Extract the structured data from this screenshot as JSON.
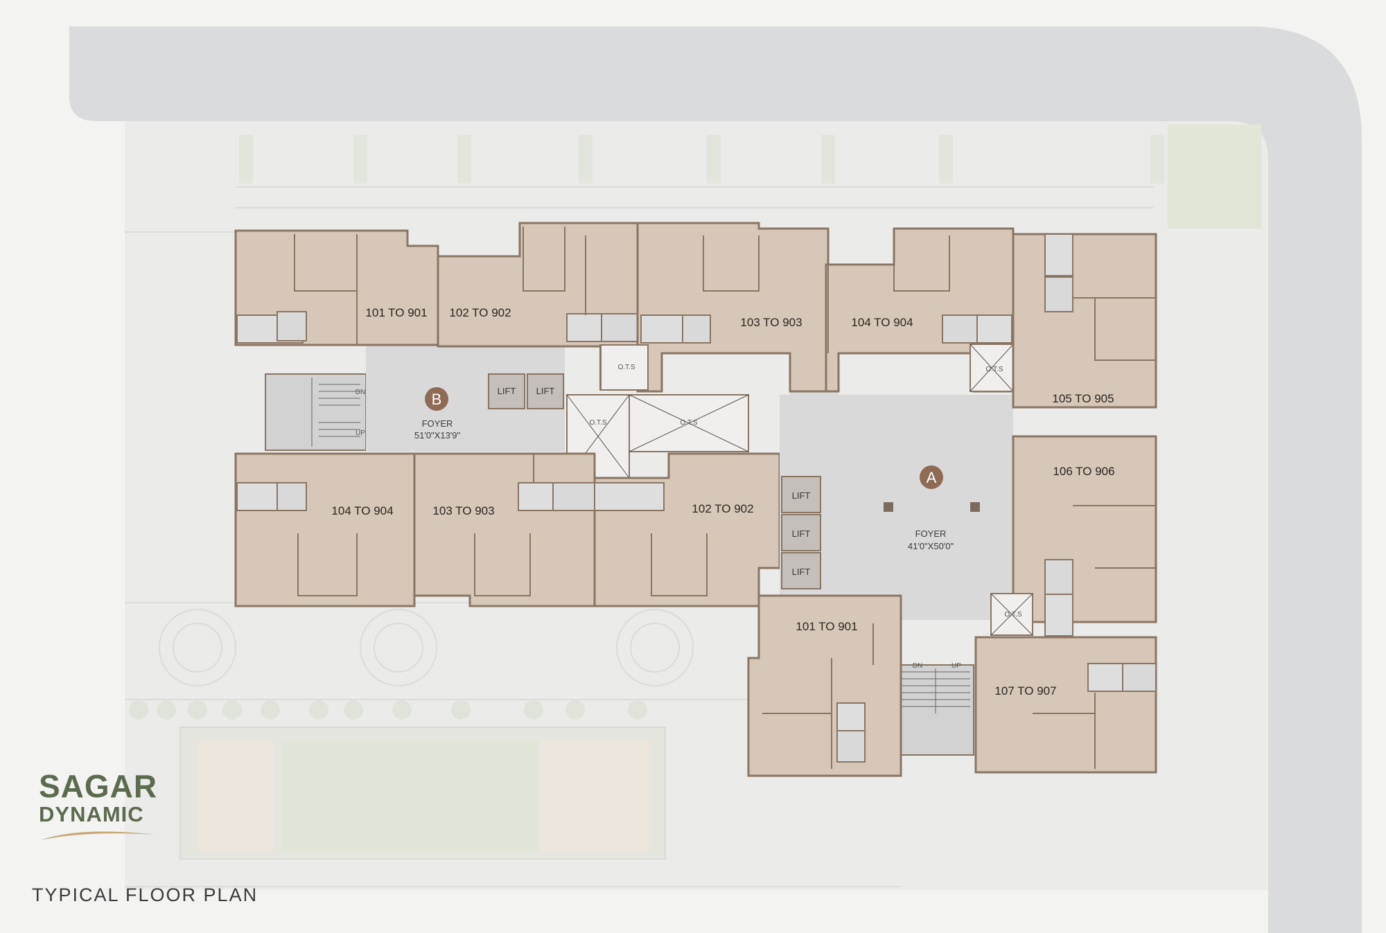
{
  "brand": {
    "line1": "SAGAR",
    "line2": "DYNAMIC",
    "color": "#5b6b4e",
    "accent": "#c7a878"
  },
  "caption": "TYPICAL FLOOR PLAN",
  "colors": {
    "unit_fill": "#d6c7b8",
    "wall": "#8a7563",
    "road": "#dadbdc",
    "foyer": "#d9d9d9",
    "lift": "#c4bfbb"
  },
  "units": [
    "101 TO 901",
    "102 TO 902",
    "103 TO 903",
    "104 TO 904",
    "104 TO 904",
    "103 TO 903",
    "102 TO 902",
    "105 TO 905",
    "106 TO 906",
    "101 TO 901",
    "107 TO 907"
  ],
  "foyer_b": {
    "badge": "B",
    "label": "FOYER",
    "size": "51'0\"X13'9\""
  },
  "foyer_a": {
    "badge": "A",
    "label": "FOYER",
    "size": "41'0\"X50'0\""
  },
  "lift": "LIFT",
  "ots": "O.T.S",
  "dn": "DN",
  "up": "UP"
}
